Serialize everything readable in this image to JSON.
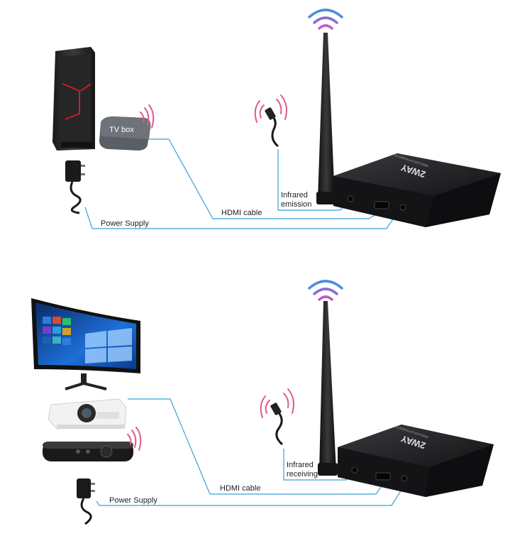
{
  "top_panel": {
    "source_device_label": "TV box",
    "hdmi_label": "HDMI cable",
    "power_label": "Power Supply",
    "infrared_label_line1": "Infrared",
    "infrared_label_line2": "emission"
  },
  "bottom_panel": {
    "hdmi_label": "HDMI cable",
    "power_label": "Power Supply",
    "infrared_label_line1": "Infrared",
    "infrared_label_line2": "receiving"
  },
  "device": {
    "brand": "2WAY",
    "subtitle": "WIRELESS EXTENDER KIT"
  },
  "colors": {
    "cable_line": "#3aa0d8",
    "wifi_top": "#4a8fe0",
    "wifi_mid": "#8a6ad8",
    "wifi_low": "#c05ac8",
    "ir_wave": "#e05a8a",
    "device_body": "#1c1c1e"
  }
}
